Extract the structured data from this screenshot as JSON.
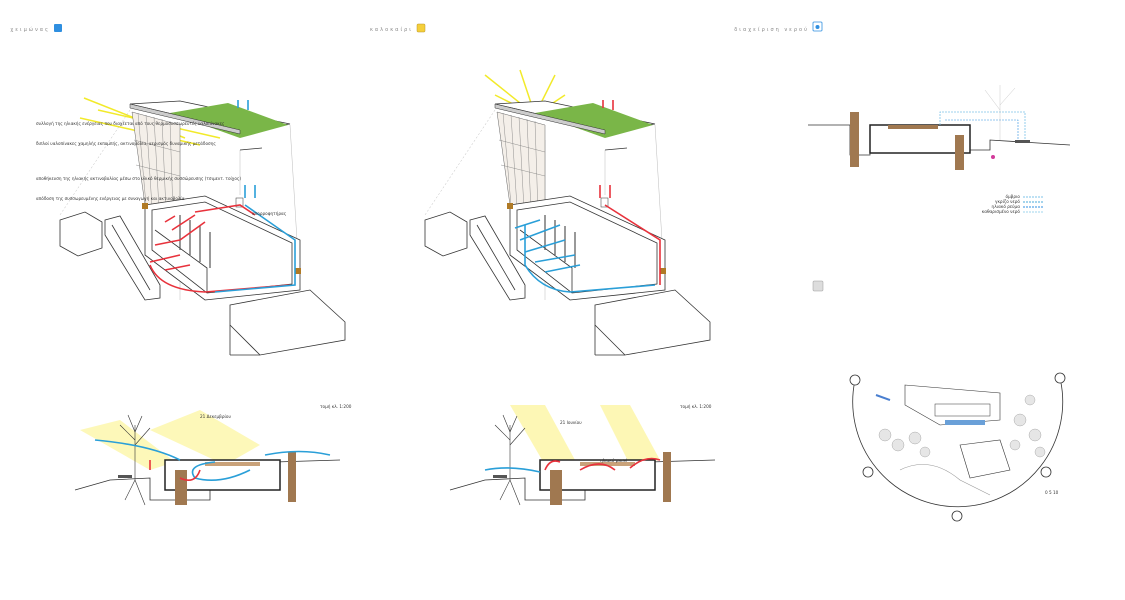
{
  "panels": [
    {
      "title": "χειμώνας",
      "icon": "snowflake-icon",
      "icon_color": "#2f8fe0",
      "notes": [
        "συλλογή της ηλιακής ενέργειας που διαχέεται από τους θερμοσυσσωρευτές υαλοπίνακες",
        "διπλοί υαλοπίνακες χαμηλής εκπομπής, ακτινοβολία, αερισμός δυναμικής μετάδοσης",
        "αποθήκευση της ηλιακής ακτινοβολίας μέσω στο υλικό θερμικής συσσώρευσης (τσιμεντ. τοίχος)",
        "απόδοση της συσσωρευμένης ενέργειας με συναγωγή και ακτινοβολία"
      ],
      "axo_label": "απορροφητήρας",
      "section_scale": "τομή κλ. 1:200",
      "section_date": "21 Δεκεμβρίου"
    },
    {
      "title": "καλοκαίρι",
      "icon": "sun-icon",
      "icon_color": "#f5cf3a",
      "section_scale": "τομή κλ. 1:200",
      "section_date": "21 Ιουνίου",
      "panel_label": "ηλιακό panel"
    },
    {
      "title": "διαχείριση νερού",
      "icon": "water-drop-icon",
      "icon_color": "#2f8fe0",
      "legend": [
        "όμβριο",
        "γκρίζο νερό",
        "ηλιακό ρεύμα",
        "καθαρισμένο νερό"
      ],
      "legend_colors": [
        "#7cc3e8",
        "#4aa8da",
        "#2f8fe0",
        "#9fd5ee"
      ],
      "site_scale": "0  5  10"
    }
  ]
}
